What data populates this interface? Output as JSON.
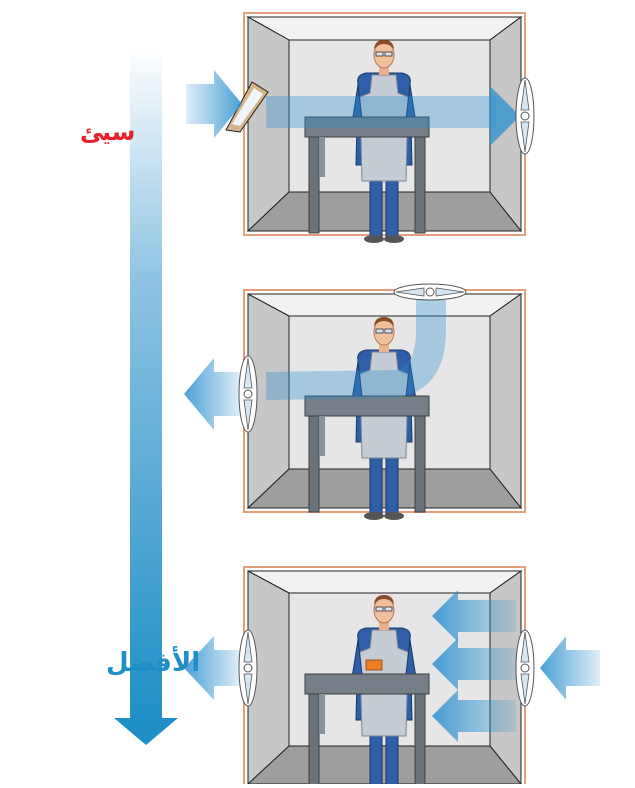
{
  "labels": {
    "worst": "سيئ",
    "best": "الأفضل"
  },
  "colors": {
    "worst": "#e8202a",
    "best": "#1f8fc8",
    "airflow": "#2a8fcf",
    "wall": "#c7c7c7",
    "floor": "#9e9e9e",
    "booth_border": "#e5a07a"
  },
  "scale_arrow": {
    "direction": "down",
    "from_meaning": "worst",
    "to_meaning": "best"
  },
  "panels": [
    {
      "rank": "worst",
      "inlet": "opening-left-wall",
      "exhaust_fan": "right-wall",
      "airflow": "left-to-right-across-worker"
    },
    {
      "rank": "middle",
      "inlet": "ceiling-fan",
      "exhaust_fan": "left-wall",
      "airflow": "top-down-then-left-past-worker"
    },
    {
      "rank": "best",
      "inlet": "right-wall-fan",
      "exhaust_fan": "left-wall",
      "airflow": "right-to-left-behind-worker"
    }
  ]
}
